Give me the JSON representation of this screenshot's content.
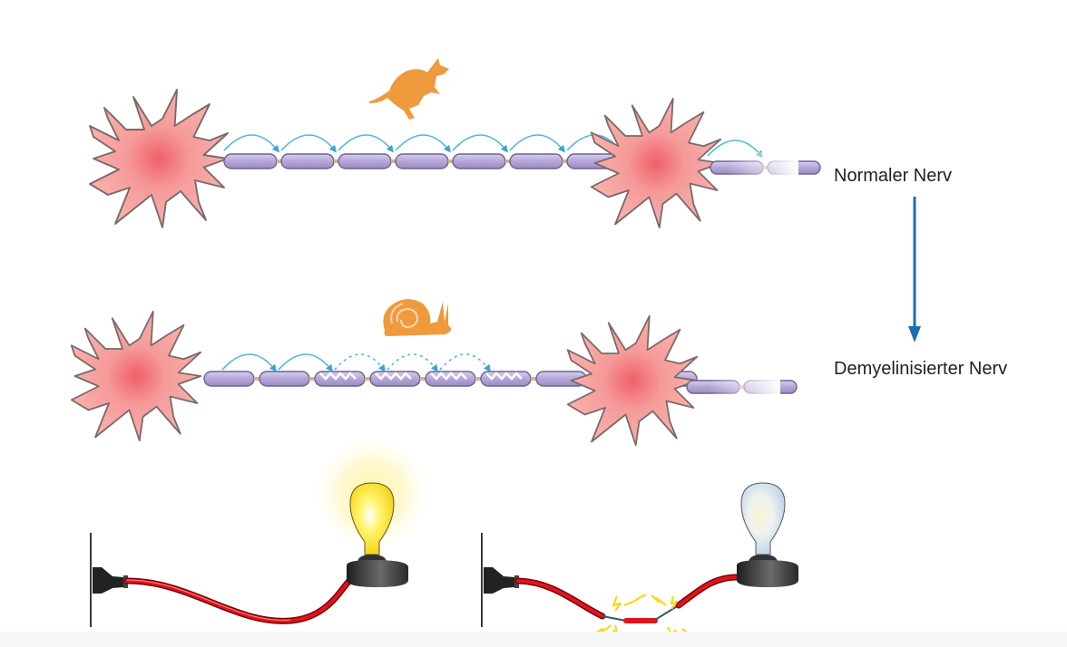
{
  "labels": {
    "normal_nerve": "Normaler Nerv",
    "demyelinated_nerve": "Demyelinisierter Nerv"
  },
  "colors": {
    "arrow": "#1a6fb5",
    "neuron_body": "#f6a8a4",
    "neuron_core": "#f0606a",
    "myelin": "#b6a8d6",
    "myelin_stroke": "#6e6290",
    "signal_arc": "#4fb8d8",
    "animal": "#ef9a3c",
    "wire": "#d2101c",
    "bulb_lit": "#ffe83a",
    "bulb_unlit": "#e8f0f6",
    "spark": "#f8d81a"
  },
  "panels": {
    "normal": {
      "animal_icon": "kangaroo-icon",
      "myelin_segments": 7,
      "signal_hops": 7
    },
    "demyelinated": {
      "animal_icon": "snail-icon",
      "myelin_segments": 9,
      "signal_hops_solid": 2,
      "signal_hops_dashed": 3
    },
    "circuit_intact": {
      "bulb_state": "on"
    },
    "circuit_damaged": {
      "bulb_state": "off"
    }
  }
}
